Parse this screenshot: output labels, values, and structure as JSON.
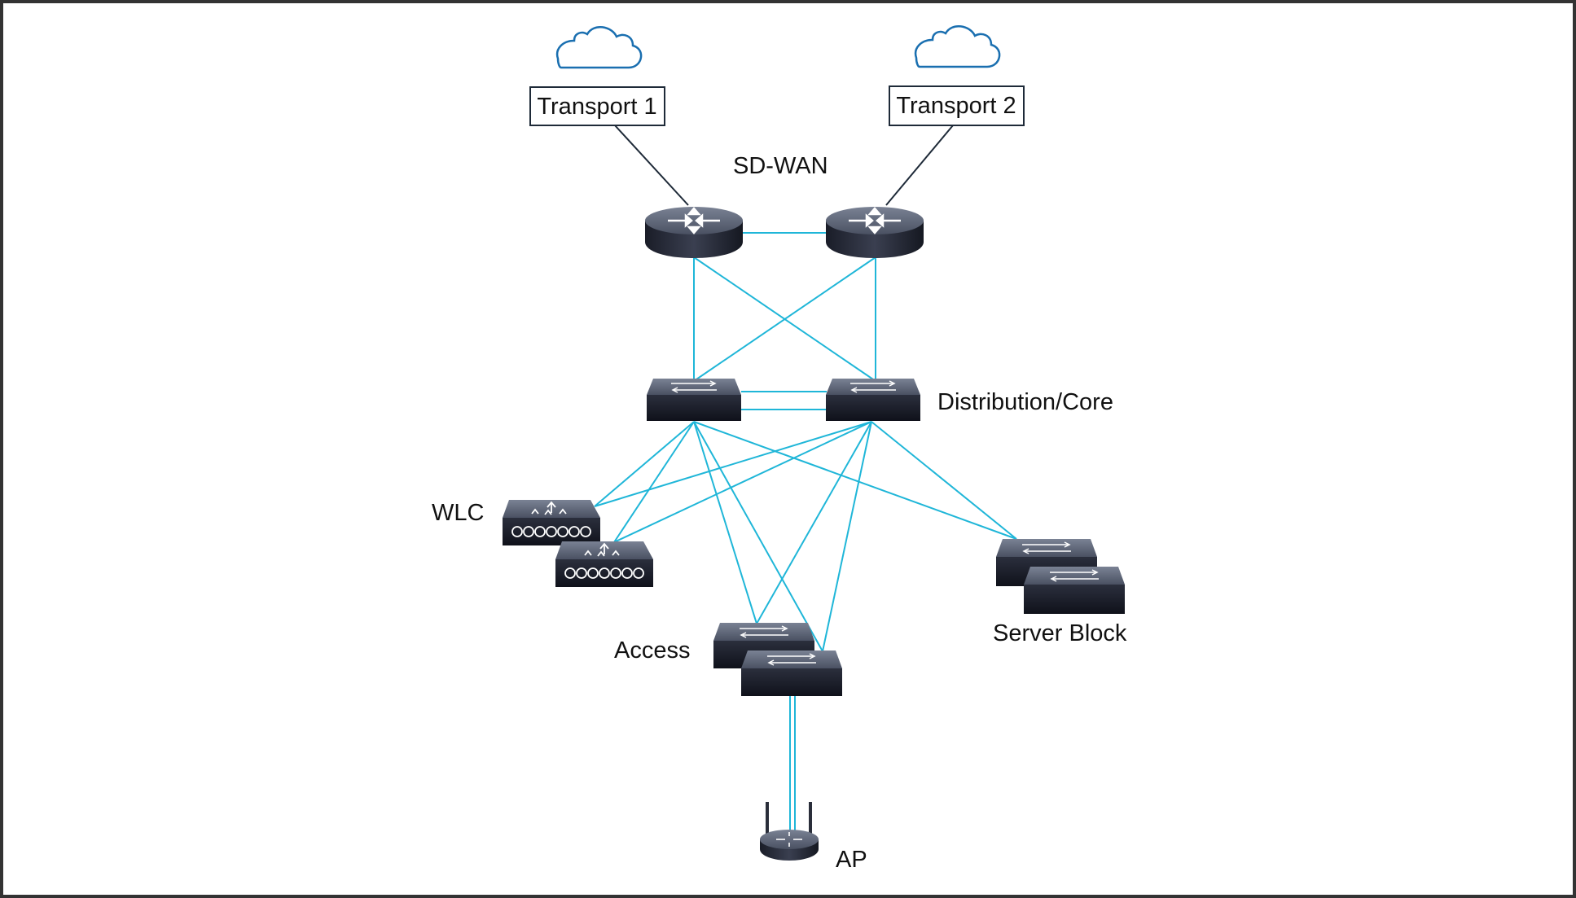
{
  "labels": {
    "transport1": "Transport 1",
    "transport2": "Transport 2",
    "sdwan": "SD-WAN",
    "distribution": "Distribution/Core",
    "wlc": "WLC",
    "access": "Access",
    "server_block": "Server Block",
    "ap": "AP"
  },
  "colors": {
    "link": "#1fb6d8",
    "wan_link": "#1e2a38",
    "cloud": "#1a6fb0",
    "frame": "#333333",
    "device_top": "#5a6273",
    "device_body": "#1c1f2a"
  },
  "icons": {
    "cloud": "cloud-icon",
    "router": "router-icon",
    "switch": "switch-icon",
    "wlc": "wireless-lan-controller-icon",
    "ap": "access-point-icon"
  }
}
